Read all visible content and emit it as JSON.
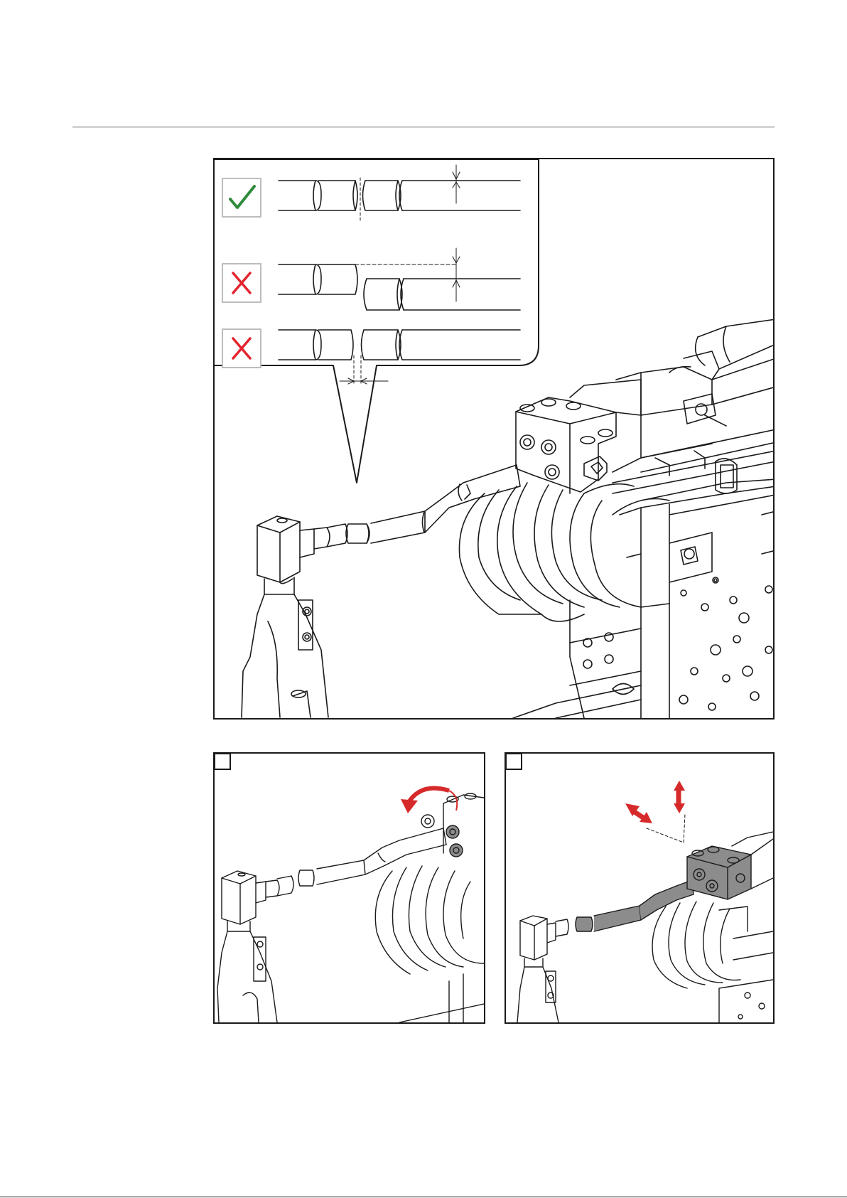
{
  "page": {
    "colors": {
      "ok": "#2e8b3a",
      "error": "#e4242f",
      "arrow": "#d62a2a",
      "line": "#1a1a1a",
      "rule": "#d4d4d4",
      "shade": "#8c8c8c"
    }
  },
  "main_figure": {
    "alignment_examples": [
      {
        "status": "correct",
        "icon": "checkmark-icon"
      },
      {
        "status": "incorrect",
        "icon": "cross-icon",
        "fault": "height-offset"
      },
      {
        "status": "incorrect",
        "icon": "cross-icon",
        "fault": "gap"
      }
    ]
  },
  "steps": [
    {
      "label": "",
      "icon": "rotate-arrow-icon"
    },
    {
      "label": "",
      "icon": "adjust-arrows-icon"
    }
  ]
}
